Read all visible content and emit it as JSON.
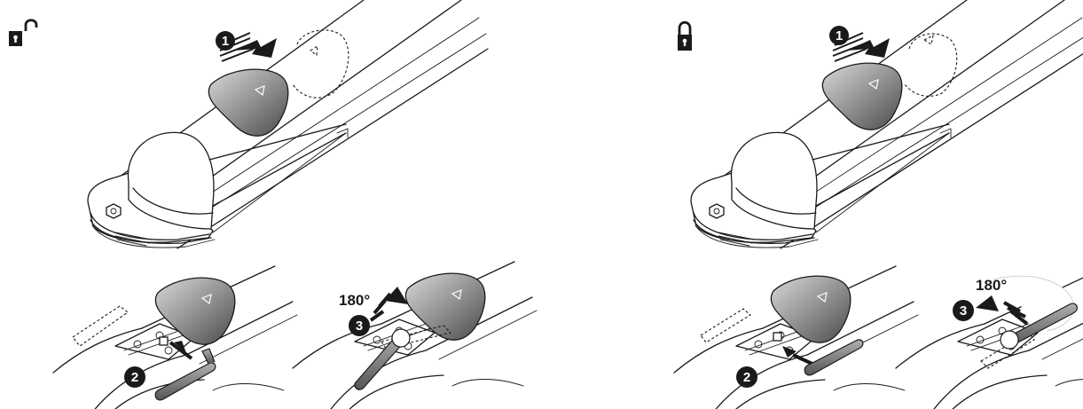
{
  "panels": [
    {
      "lock_state": "unlocked",
      "lock_icon": "padlock-open-icon",
      "steps": [
        "1",
        "2",
        "3"
      ],
      "angle_label": "180°"
    },
    {
      "lock_state": "locked",
      "lock_icon": "padlock-closed-icon",
      "steps": [
        "1",
        "2",
        "3"
      ],
      "angle_label": "180°"
    }
  ],
  "colors": {
    "line": "#1a1a1a",
    "shell": "#8c8c8c",
    "arrow": "#1a1a1a"
  }
}
